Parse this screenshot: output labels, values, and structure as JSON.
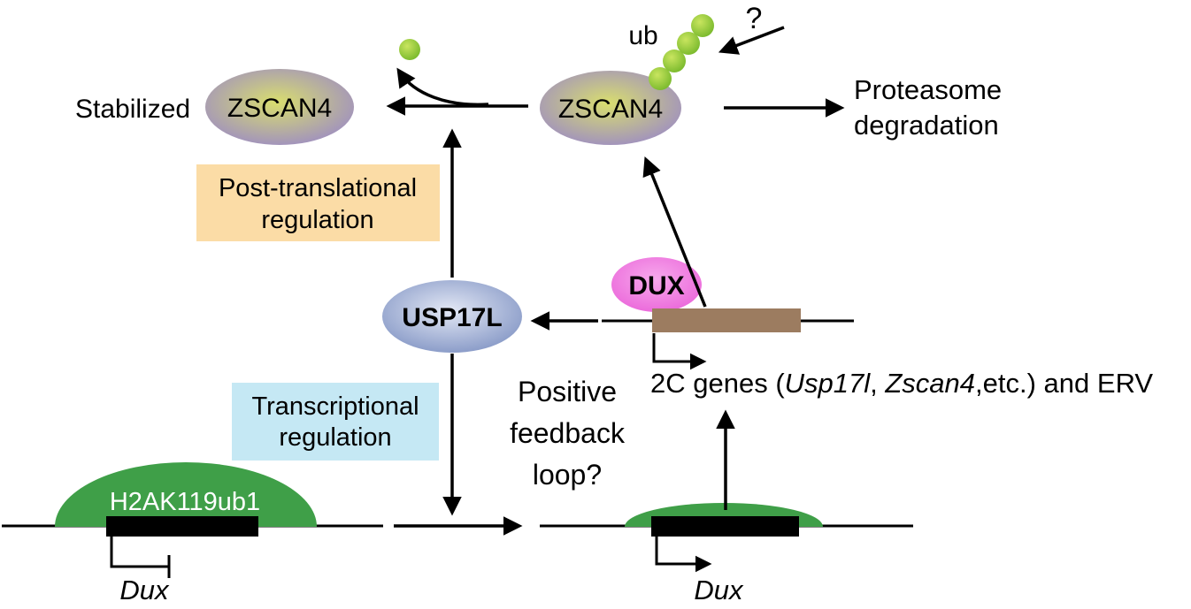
{
  "diagram": {
    "stabilized_label": "Stabilized",
    "zscan4_left_label": "ZSCAN4",
    "zscan4_right_label": "ZSCAN4",
    "ub_label": "ub",
    "unknown_factor_label": "?",
    "proteasome_line1": "Proteasome",
    "proteasome_line2": "degradation",
    "post_translational_line1": "Post-translational",
    "post_translational_line2": "regulation",
    "usp17l_label": "USP17L",
    "dux_protein_label": "DUX",
    "gene_list_prefix": "2C genes (",
    "gene_list_gene1": "Usp17l",
    "gene_list_separator": ", ",
    "gene_list_gene2": "Zscan4",
    "gene_list_suffix": ",etc.) and ERV",
    "positive_feedback_line1": "Positive",
    "positive_feedback_line2": "feedback",
    "positive_feedback_line3": "loop?",
    "transcriptional_line1": "Transcriptional",
    "transcriptional_line2": "regulation",
    "h2ak119ub1_label": "H2AK119ub1",
    "dux_gene_left_label": "Dux",
    "dux_gene_right_label": "Dux"
  },
  "colors": {
    "post_translational_box": "#FBDCA6",
    "transcriptional_box": "#C5E8F4",
    "zscan4_inner": "#D9DE6E",
    "zscan4_outer": "#9B8AC6",
    "usp17l_inner": "#E3E8F5",
    "usp17l_outer": "#8093C3",
    "dux_inner": "#F7A9EC",
    "dux_outer": "#EA63D9",
    "ubiquitin_inner": "#C9E55F",
    "ubiquitin_outer": "#77B82B",
    "gene_body_brown": "#9C7C60",
    "h2ak_dome_green": "#3F9F48"
  }
}
